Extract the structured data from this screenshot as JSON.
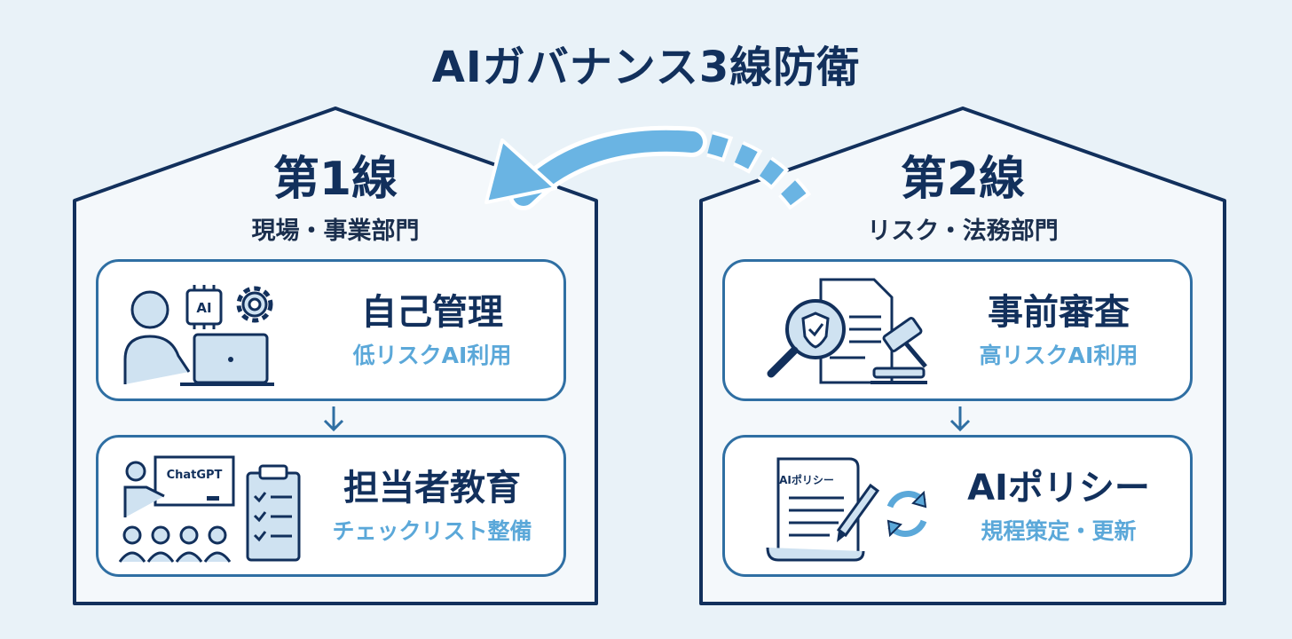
{
  "title": "AIガバナンス3線防衛",
  "lines": [
    {
      "title": "第1線",
      "subtitle": "現場・事業部門",
      "cards": [
        {
          "main": "自己管理",
          "sub": "低リスクAI利用",
          "icon_label": "AI"
        },
        {
          "main": "担当者教育",
          "sub": "チェックリスト整備",
          "icon_label": "ChatGPT"
        }
      ]
    },
    {
      "title": "第2線",
      "subtitle": "リスク・法務部門",
      "cards": [
        {
          "main": "事前審査",
          "sub": "高リスクAI利用"
        },
        {
          "main": "AIポリシー",
          "sub": "規程策定・更新",
          "icon_label": "AIポリシー"
        }
      ]
    }
  ],
  "colors": {
    "background": "#e9f2f8",
    "outline": "#12305c",
    "card_border": "#2f6fa3",
    "accent": "#5ba8d9",
    "icon_fill": "#cfe2f1"
  }
}
